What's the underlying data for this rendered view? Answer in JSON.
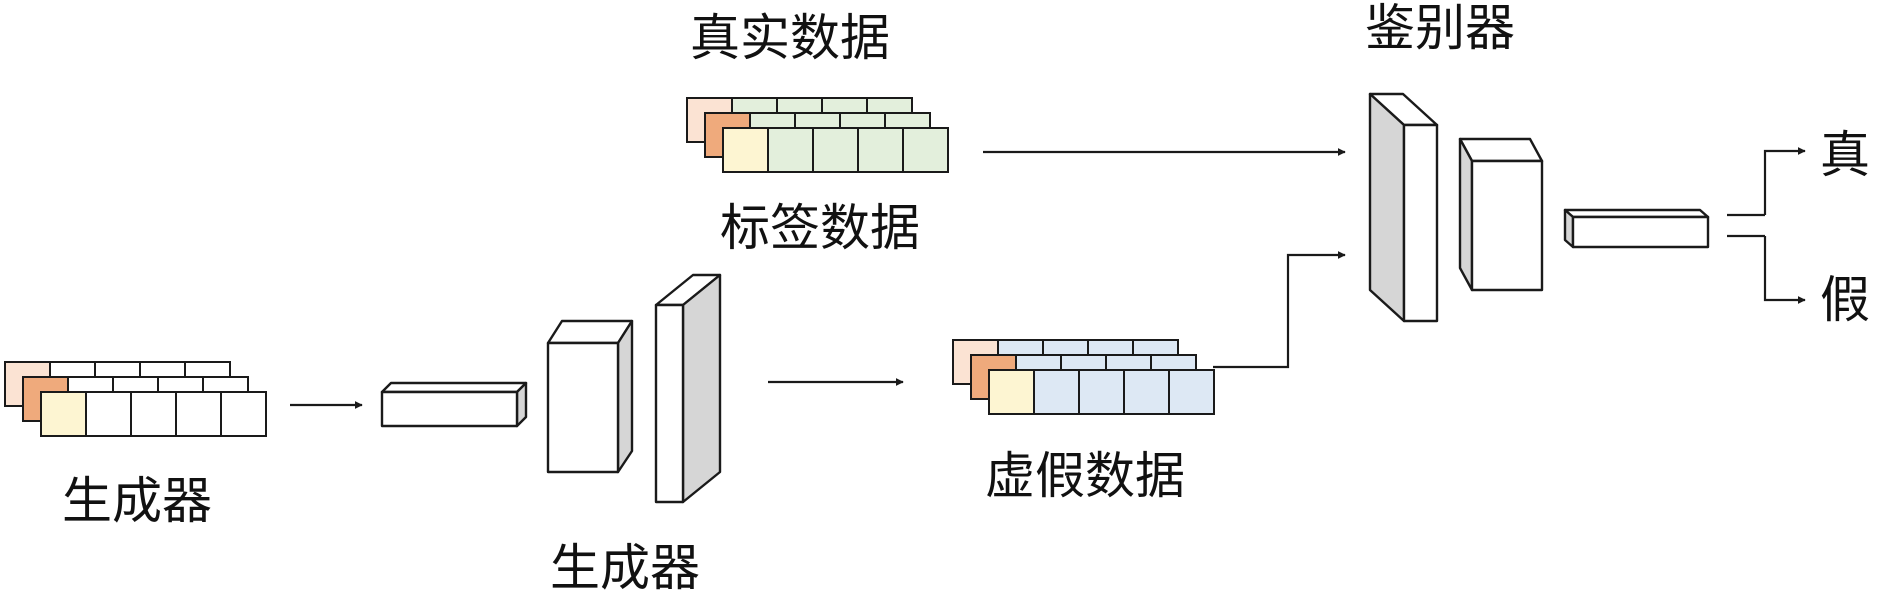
{
  "labels": {
    "real_data": "真实数据",
    "label_data": "标签数据",
    "generator_input": "生成器",
    "generator": "生成器",
    "fake_data": "虚假数据",
    "discriminator": "鉴别器",
    "output_true": "真",
    "output_false": "假"
  },
  "colors": {
    "outline": "#1a1a1a",
    "side_face": "#d6d6d6",
    "box_face": "#ffffff",
    "real_cells": "#e3efdc",
    "fake_cells": "#dde8f4",
    "noise_cells": "#ffffff",
    "accent_orange": "#efaa7c",
    "accent_peach": "#fbe3d3",
    "accent_cream": "#fdf5d2"
  }
}
